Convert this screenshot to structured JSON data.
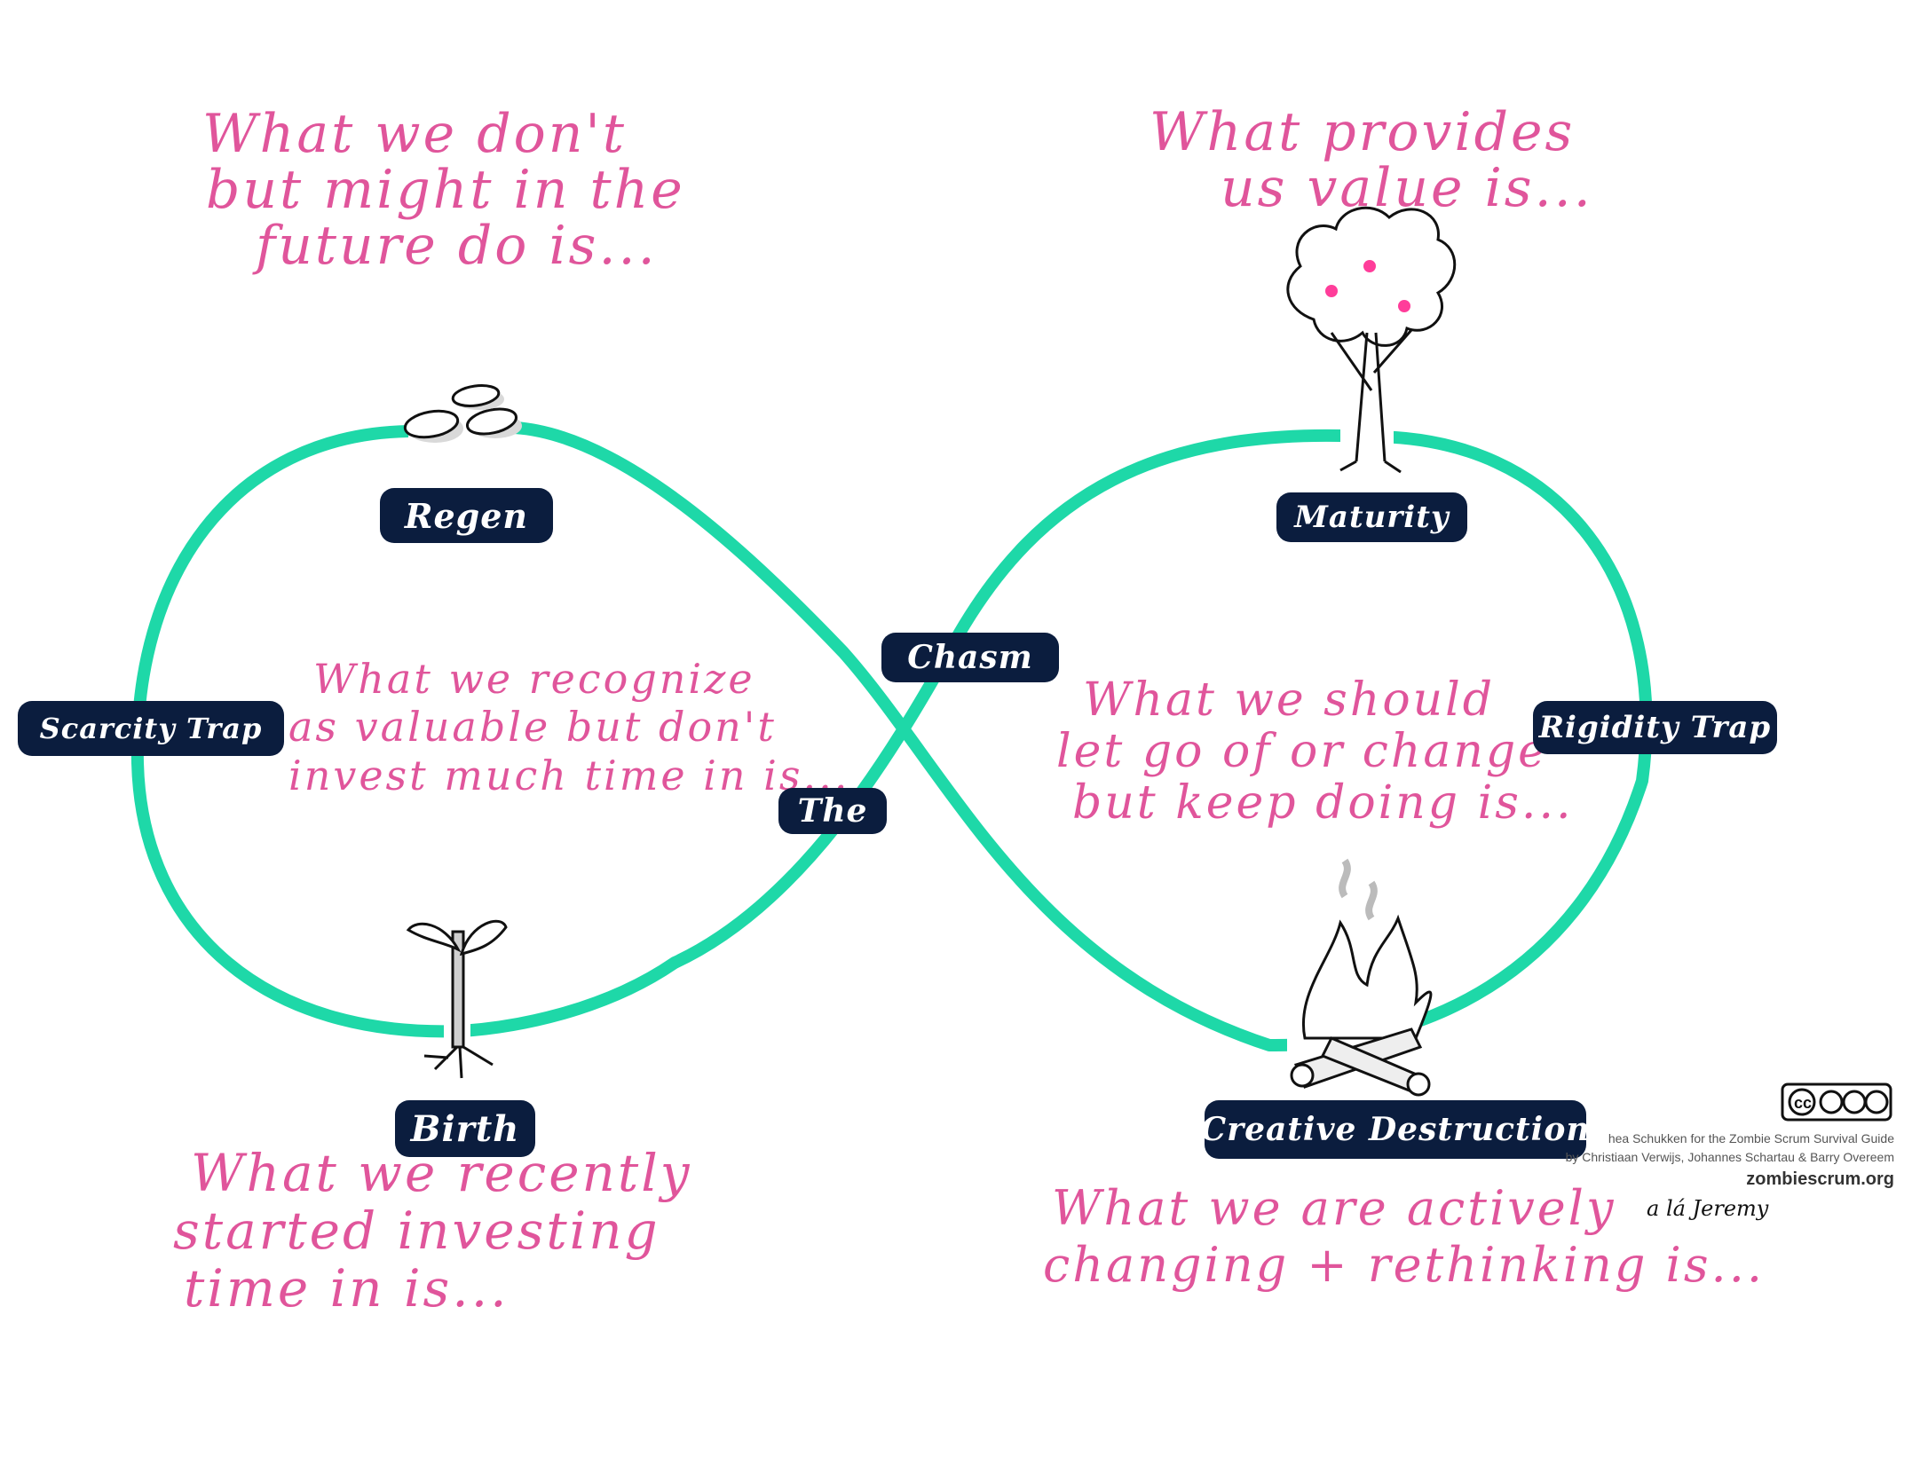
{
  "colors": {
    "pink": "#e0559b",
    "teal": "#1ed8a8",
    "navy": "#0b1d3e",
    "ink": "#111111"
  },
  "prompts": {
    "future": {
      "lines": [
        "What we don't",
        "but might in the",
        "future do is..."
      ]
    },
    "value": {
      "lines": [
        "What provides",
        "us value is..."
      ]
    },
    "recognize": {
      "lines": [
        "What we recognize",
        "as valuable but don't",
        "invest much time in is..."
      ]
    },
    "change": {
      "lines": [
        "What we should",
        "let go of or change",
        "but keep doing is..."
      ]
    },
    "started": {
      "lines": [
        "What we recently",
        "started investing",
        "time in is..."
      ]
    },
    "rethinking": {
      "lines": [
        "What we are actively",
        "changing + rethinking is..."
      ]
    }
  },
  "labels": {
    "regen": "Regen",
    "maturity": "Maturity",
    "chasm": "Chasm",
    "scarcity": "Scarcity Trap",
    "rigidity": "Rigidity Trap",
    "the": "The",
    "birth": "Birth",
    "creative": "Creative Destruction"
  },
  "icons": {
    "regen": "seeds-icon",
    "maturity": "tree-icon",
    "birth": "sprout-icon",
    "creative": "campfire-icon",
    "license": "cc-by-nc-nd-icon"
  },
  "credit": {
    "line1": "hea Schukken for the Zombie Scrum Survival Guide",
    "line2": "by Christiaan Verwijs, Johannes Schartau & Barry Overeem",
    "site": "zombiescrum.org"
  },
  "signature": "a lá Jeremy",
  "license_text": "cc"
}
